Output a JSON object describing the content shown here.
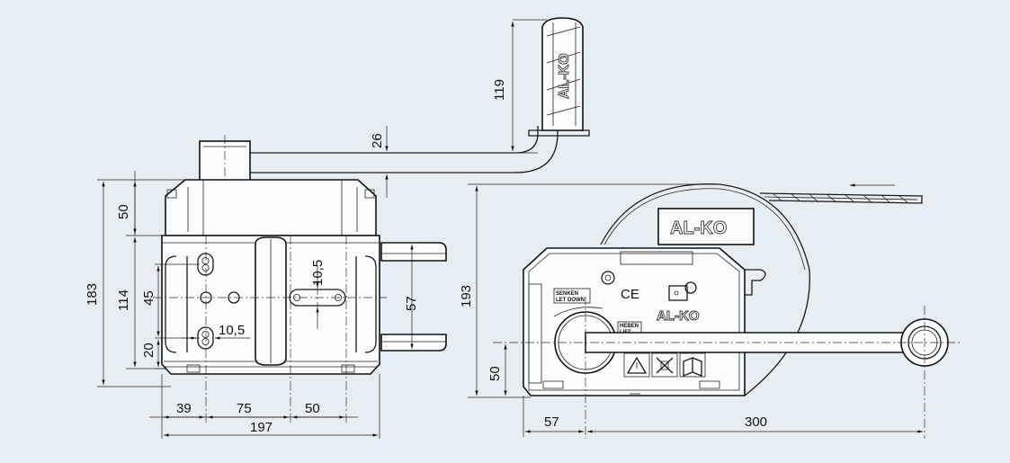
{
  "brand": {
    "logo": "AL-KO",
    "grip_logo": "AL-KO"
  },
  "dimensions": {
    "crank_height": "119",
    "crank_offset": "26",
    "overall_height": "183",
    "top_section": "50",
    "plate_height": "114",
    "hole_spacing_vertical": "45",
    "hole_offset_bottom": "20",
    "slot_width_top": "10,5",
    "slot_width_bottom": "10,5",
    "right_flange": "57",
    "bottom_39": "39",
    "bottom_75": "75",
    "bottom_50": "50",
    "overall_width": "197",
    "side_height": "193",
    "side_drum_height": "50",
    "side_offset": "57",
    "crank_radius": "300"
  },
  "labels": {
    "senken": "SENKEN",
    "let_down": "LET DOWN",
    "heben": "HEBEN",
    "lift": "LIFT",
    "ce_mark": "CE"
  },
  "icons": [
    "warning-icon",
    "no-hand-icon",
    "manual-book-icon",
    "direction-arrow-icon"
  ]
}
